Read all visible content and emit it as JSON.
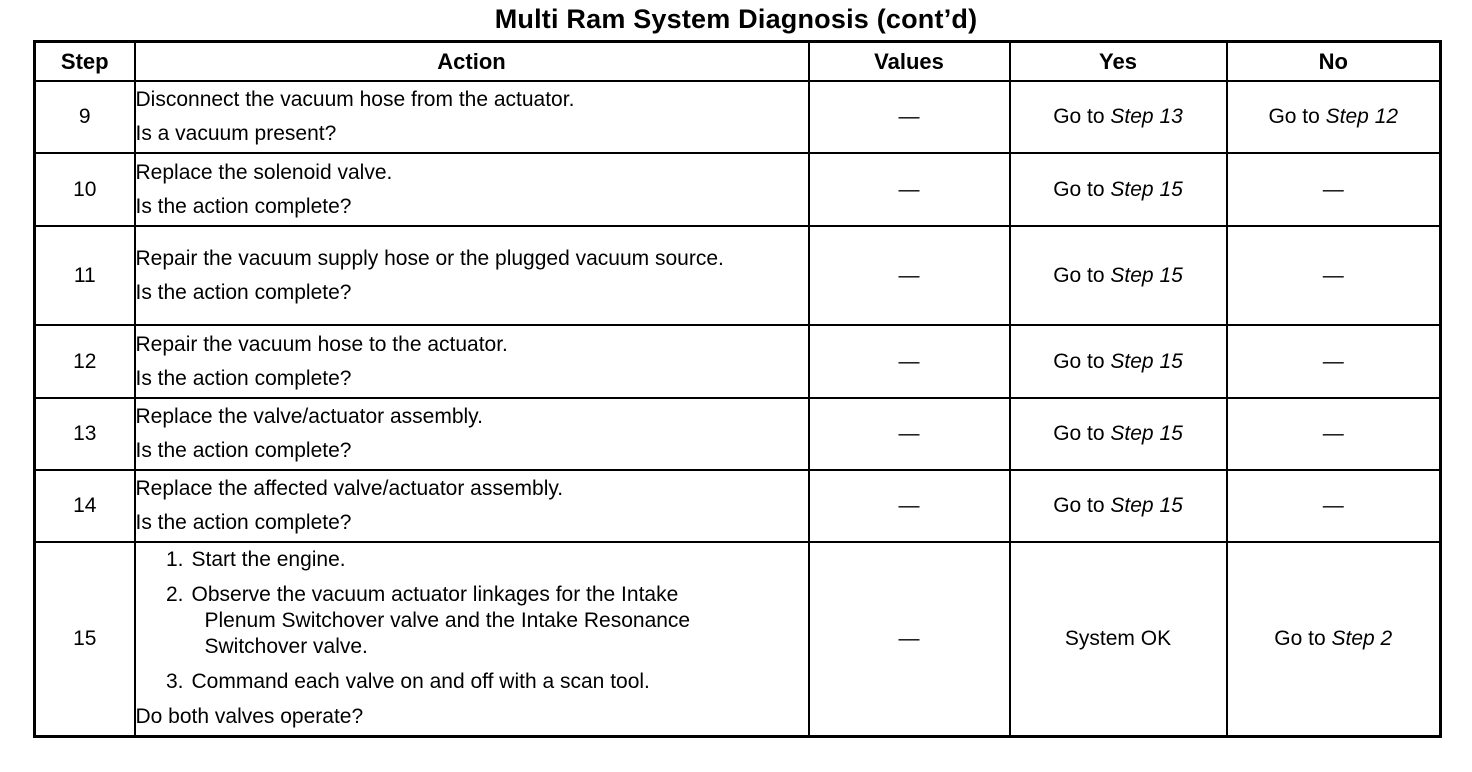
{
  "title": "Multi Ram System Diagnosis  (cont’d)",
  "headers": {
    "step": "Step",
    "action": "Action",
    "values": "Values",
    "yes": "Yes",
    "no": "No"
  },
  "rows": [
    {
      "step": "9",
      "action": "Disconnect the vacuum hose from the actuator.",
      "question": "Is a vacuum present?",
      "values": "—",
      "yes_prefix": "Go to",
      "yes_step": "Step 13",
      "no_prefix": "Go to",
      "no_step": "Step 12"
    },
    {
      "step": "10",
      "action": "Replace the solenoid valve.",
      "question": "Is the action complete?",
      "values": "—",
      "yes_prefix": "Go to",
      "yes_step": "Step 15",
      "no": "—"
    },
    {
      "step": "11",
      "action": "Repair the vacuum supply hose or the plugged vacuum source.",
      "question": "Is the action complete?",
      "values": "—",
      "yes_prefix": "Go to",
      "yes_step": "Step 15",
      "no": "—"
    },
    {
      "step": "12",
      "action": "Repair the vacuum hose to the actuator.",
      "question": "Is the action complete?",
      "values": "—",
      "yes_prefix": "Go to",
      "yes_step": "Step 15",
      "no": "—"
    },
    {
      "step": "13",
      "action": "Replace the valve/actuator assembly.",
      "question": "Is the action complete?",
      "values": "—",
      "yes_prefix": "Go to",
      "yes_step": "Step 15",
      "no": "—"
    },
    {
      "step": "14",
      "action": "Replace the affected valve/actuator assembly.",
      "question": "Is the action complete?",
      "values": "—",
      "yes_prefix": "Go to",
      "yes_step": "Step 15",
      "no": "—"
    },
    {
      "step": "15",
      "substeps": [
        {
          "num": "1.",
          "line1": "Start the engine."
        },
        {
          "num": "2.",
          "line1": "Observe the vacuum actuator linkages for the Intake",
          "line2": "Plenum Switchover valve and the Intake Resonance",
          "line3": "Switchover valve."
        },
        {
          "num": "3.",
          "line1": "Command each valve on and off with a scan tool."
        }
      ],
      "question": "Do both valves operate?",
      "values": "—",
      "yes": "System OK",
      "no_prefix": "Go to",
      "no_step": "Step 2"
    }
  ]
}
